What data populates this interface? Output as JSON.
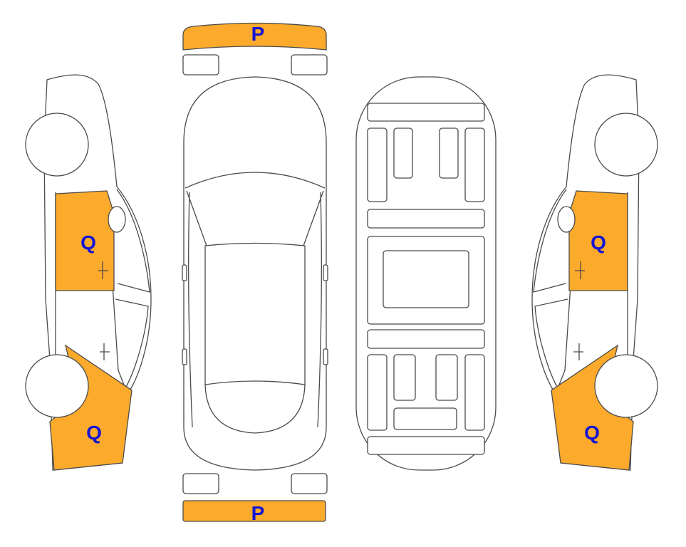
{
  "colors": {
    "damage_fill": "#FBAA2C",
    "label_color": "#1414D4",
    "outline": "#4a4a4a",
    "background": "#ffffff"
  },
  "labels": {
    "front_bumper": "P",
    "rear_bumper": "P",
    "left_front_door": "Q",
    "left_rear_quarter": "Q",
    "right_front_door": "Q",
    "right_rear_quarter": "Q"
  }
}
